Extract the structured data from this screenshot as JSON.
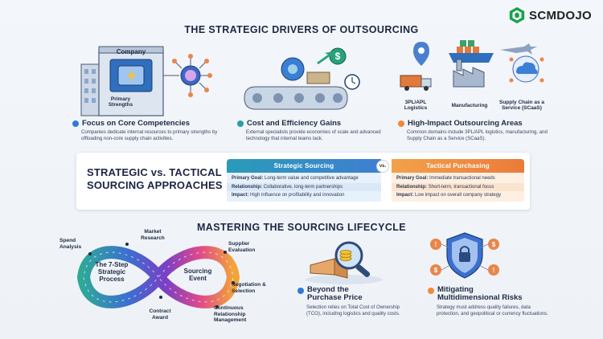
{
  "brand": {
    "name": "SCMDOJO",
    "accent": "#17a34a"
  },
  "header": {
    "title": "THE STRATEGIC DRIVERS OF OUTSOURCING"
  },
  "drivers": [
    {
      "title": "Focus on Core Competencies",
      "desc": "Companies dedicate internal resources to primary strengths by offloading non-core supply chain activities.",
      "color": "#2f7bd6",
      "icon": "factory-icon"
    },
    {
      "title": "Cost and Efficiency Gains",
      "desc": "External specialists provide economies of scale and advanced technology that internal teams lack.",
      "color": "#26a0a8",
      "icon": "conveyor-icon"
    },
    {
      "title": "High-Impact Outsourcing Areas",
      "desc": "Common domains include 3PL/APL logistics, manufacturing, and Supply Chain as a Service (SCaaS).",
      "color": "#ef8a3c",
      "icon": "logistics-icon"
    }
  ],
  "company_illustration": {
    "company_label": "Company",
    "strengths_label": "Primary Strengths"
  },
  "areas": [
    {
      "label": "3PL/APL Logistics"
    },
    {
      "label": "Manufacturing"
    },
    {
      "label": "Supply Chain as a Service (SCaaS)"
    }
  ],
  "comparison": {
    "title_line1": "STRATEGIC vs. TACTICAL",
    "title_line2": "SOURCING APPROACHES",
    "vs_label": "vs.",
    "strategic": {
      "heading": "Strategic Sourcing",
      "color": "#2e83c6",
      "rows": [
        {
          "key": "Primary Goal:",
          "value": "Long-term value and competitive advantage"
        },
        {
          "key": "Relationship:",
          "value": "Collaborative, long-term partnerships"
        },
        {
          "key": "Impact:",
          "value": "High influence on profitability and innovation"
        }
      ]
    },
    "tactical": {
      "heading": "Tactical Purchasing",
      "color": "#ee8a3a",
      "rows": [
        {
          "key": "Primary Goal:",
          "value": "Immediate transactional needs"
        },
        {
          "key": "Relationship:",
          "value": "Short-term, transactional focus"
        },
        {
          "key": "Impact:",
          "value": "Low impact on overall company strategy"
        }
      ]
    }
  },
  "lifecycle": {
    "title": "MASTERING THE SOURCING LIFECYCLE",
    "loop_left": "The 7-Step Strategic Process",
    "loop_right": "Sourcing Event",
    "steps": [
      "Spend Analysis",
      "Market Research",
      "Supplier Evaluation",
      "Negotiation & Selection",
      "Contract Award",
      "Continuous Relationship Management"
    ],
    "gradient": [
      "#2fa79a",
      "#3b6fd0",
      "#7b3fc4",
      "#e04a8a",
      "#f2a33a"
    ]
  },
  "insights": [
    {
      "title_line1": "Beyond the",
      "title_line2": "Purchase Price",
      "desc": "Selection relies on Total Cost of Ownership (TCO), including logistics and quality costs.",
      "color": "#2f7bd6",
      "icon": "magnifier-icon"
    },
    {
      "title_line1": "Mitigating",
      "title_line2": "Multidimensional Risks",
      "desc": "Strategy must address quality failures, data protection, and geopolitical or currency fluctuations.",
      "color": "#ef8a3c",
      "icon": "shield-icon"
    }
  ]
}
